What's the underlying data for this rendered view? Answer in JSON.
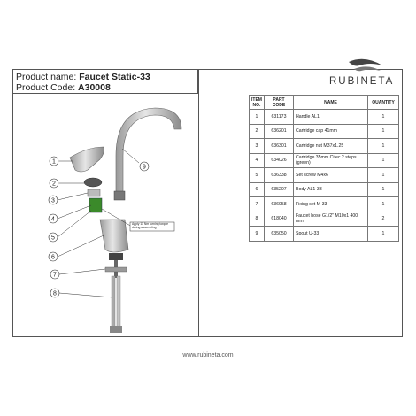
{
  "header": {
    "product_name_label": "Product name:",
    "product_name_value": "Faucet Static-33",
    "product_code_label": "Product Code:",
    "product_code_value": "A30008"
  },
  "brand": {
    "name": "RUBINETA"
  },
  "table": {
    "headers": {
      "item": "ITEM NO.",
      "part_code": "PART CODE",
      "name": "NAME",
      "quantity": "QUANTITY"
    },
    "rows": [
      {
        "item": "1",
        "code": "631173",
        "name": "Handle AL1",
        "qty": "1"
      },
      {
        "item": "2",
        "code": "636201",
        "name": "Cartridge cap 41mm",
        "qty": "1"
      },
      {
        "item": "3",
        "code": "636301",
        "name": "Cartridge nut  M37x1.25",
        "qty": "1"
      },
      {
        "item": "4",
        "code": "634026",
        "name": "Cartridge 35mm Cifec 2 steps (green)",
        "qty": "1"
      },
      {
        "item": "5",
        "code": "636338",
        "name": "Set screw M4x6",
        "qty": "1"
      },
      {
        "item": "6",
        "code": "635207",
        "name": "Body AL1-33",
        "qty": "1"
      },
      {
        "item": "7",
        "code": "636958",
        "name": "Fixing set M-33",
        "qty": "1"
      },
      {
        "item": "8",
        "code": "618040",
        "name": "Faucet hose G1/2\" M10x1 400 mm",
        "qty": "2"
      },
      {
        "item": "9",
        "code": "635050",
        "name": "Spout U-33",
        "qty": "1"
      }
    ]
  },
  "diagram": {
    "callouts": [
      "1",
      "2",
      "3",
      "4",
      "5",
      "6",
      "7",
      "8",
      "9"
    ],
    "note": "Apply 11 Nm turning torque during assembling"
  },
  "footer": {
    "url": "www.rubineta.com"
  }
}
